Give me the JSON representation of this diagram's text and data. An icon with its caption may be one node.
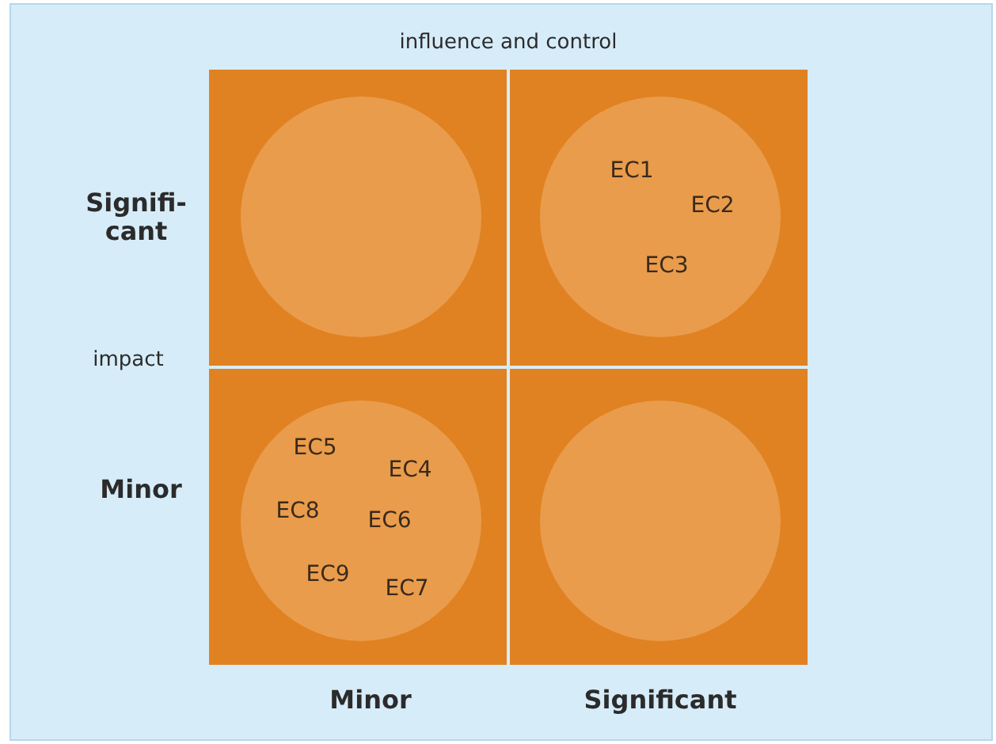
{
  "diagram": {
    "nodes": [
      {
        "text": [],
        "shape": "box"
      },
      {
        "text": [],
        "shape": "circle",
        "in": 0
      },
      {
        "text": [],
        "shape": "box"
      },
      {
        "text": [
          "EC1",
          "EC2",
          "EC3"
        ],
        "in": 2
      },
      {
        "text": [],
        "shape": "box"
      },
      {
        "text": [
          "EC5",
          "EC4",
          "EC8",
          "EC6",
          "EC9",
          "EC7"
        ],
        "in": 4
      },
      {
        "text": [],
        "shape": "box"
      },
      {
        "text": [],
        "shape": "circle",
        "in": 6
      }
    ],
    "labels": [
      "influence and control",
      "Signifi- cant",
      "impact",
      "Minor",
      "Minor",
      "Significant"
    ]
  }
}
